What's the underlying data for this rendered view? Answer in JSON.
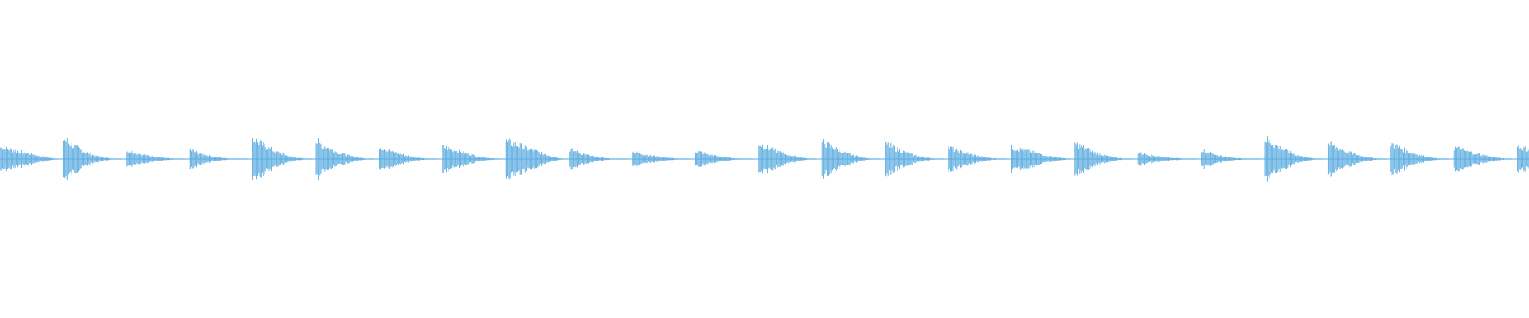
{
  "waveform": {
    "color": "#5aabe0",
    "background": "#ffffff",
    "hits": [
      {
        "peak": 0.55,
        "decay": 0.85,
        "tail": 0.95
      },
      {
        "peak": 1.0,
        "decay": 0.35,
        "tail": 0.9
      },
      {
        "peak": 0.4,
        "decay": 0.45,
        "tail": 0.9
      },
      {
        "peak": 0.45,
        "decay": 0.3,
        "tail": 0.9
      },
      {
        "peak": 1.0,
        "decay": 0.4,
        "tail": 0.9
      },
      {
        "peak": 0.85,
        "decay": 0.4,
        "tail": 0.9
      },
      {
        "peak": 0.6,
        "decay": 0.4,
        "tail": 0.9
      },
      {
        "peak": 0.6,
        "decay": 0.55,
        "tail": 0.9
      },
      {
        "peak": 0.85,
        "decay": 0.8,
        "tail": 0.95
      },
      {
        "peak": 0.5,
        "decay": 0.3,
        "tail": 0.9
      },
      {
        "peak": 0.35,
        "decay": 0.45,
        "tail": 0.85
      },
      {
        "peak": 0.4,
        "decay": 0.35,
        "tail": 0.85
      },
      {
        "peak": 0.75,
        "decay": 0.45,
        "tail": 0.9
      },
      {
        "peak": 0.85,
        "decay": 0.4,
        "tail": 0.9
      },
      {
        "peak": 0.75,
        "decay": 0.4,
        "tail": 0.9
      },
      {
        "peak": 0.55,
        "decay": 0.45,
        "tail": 0.9
      },
      {
        "peak": 0.55,
        "decay": 0.75,
        "tail": 0.95
      },
      {
        "peak": 0.75,
        "decay": 0.4,
        "tail": 0.9
      },
      {
        "peak": 0.3,
        "decay": 0.45,
        "tail": 0.85
      },
      {
        "peak": 0.45,
        "decay": 0.3,
        "tail": 0.9
      },
      {
        "peak": 1.0,
        "decay": 0.4,
        "tail": 0.9
      },
      {
        "peak": 0.75,
        "decay": 0.45,
        "tail": 0.9
      },
      {
        "peak": 0.75,
        "decay": 0.4,
        "tail": 0.9
      },
      {
        "peak": 0.55,
        "decay": 0.55,
        "tail": 0.9
      },
      {
        "peak": 0.6,
        "decay": 0.7,
        "tail": 0.9
      }
    ]
  }
}
